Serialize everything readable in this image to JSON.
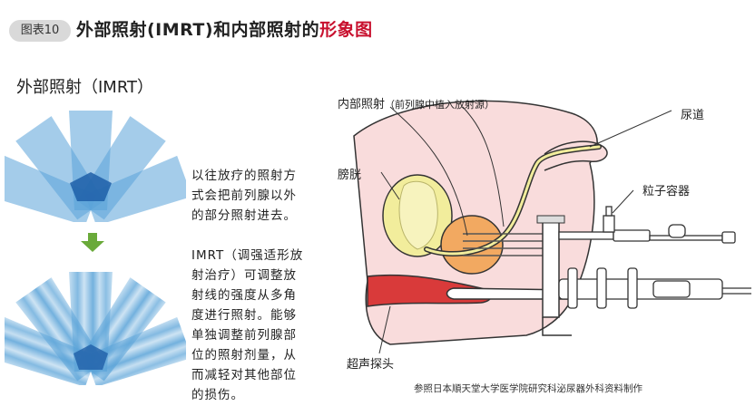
{
  "header": {
    "badge": "图表10",
    "title_main": "外部照射(IMRT)和内部照射的",
    "title_accent": "形象图"
  },
  "left": {
    "title": "外部照射（IMRT）",
    "desc_1": "以往放疗的照射方式会把前列腺以外的部分照射进去。",
    "desc_2": "IMRT（调强适形放射治疗）可调整放射线的强度从多角度进行照射。能够单独调整前列腺部位的照射剂量，从而减轻对其他部位的损伤。"
  },
  "diagram": {
    "label_internal_main": "内部照射",
    "label_internal_sub": "（前列腺中植入放射源）",
    "label_urethra": "尿道",
    "label_bladder": "膀胱",
    "label_seed_container": "粒子容器",
    "label_ultrasound_probe": "超声探头"
  },
  "footer": {
    "source": "参照日本順天堂大学医学院研究科泌尿器外科资料制作"
  },
  "colors": {
    "title_accent": "#c8102e",
    "beam_blue": "#5aa3d8",
    "beam_dark": "#1f5fa8",
    "arrow_green": "#6aaa3a",
    "skin_pink": "#f9dcdc",
    "bladder_yellow": "#f2ed9c",
    "prostate_orange": "#f2a961",
    "rectum_red": "#d93a3a"
  }
}
